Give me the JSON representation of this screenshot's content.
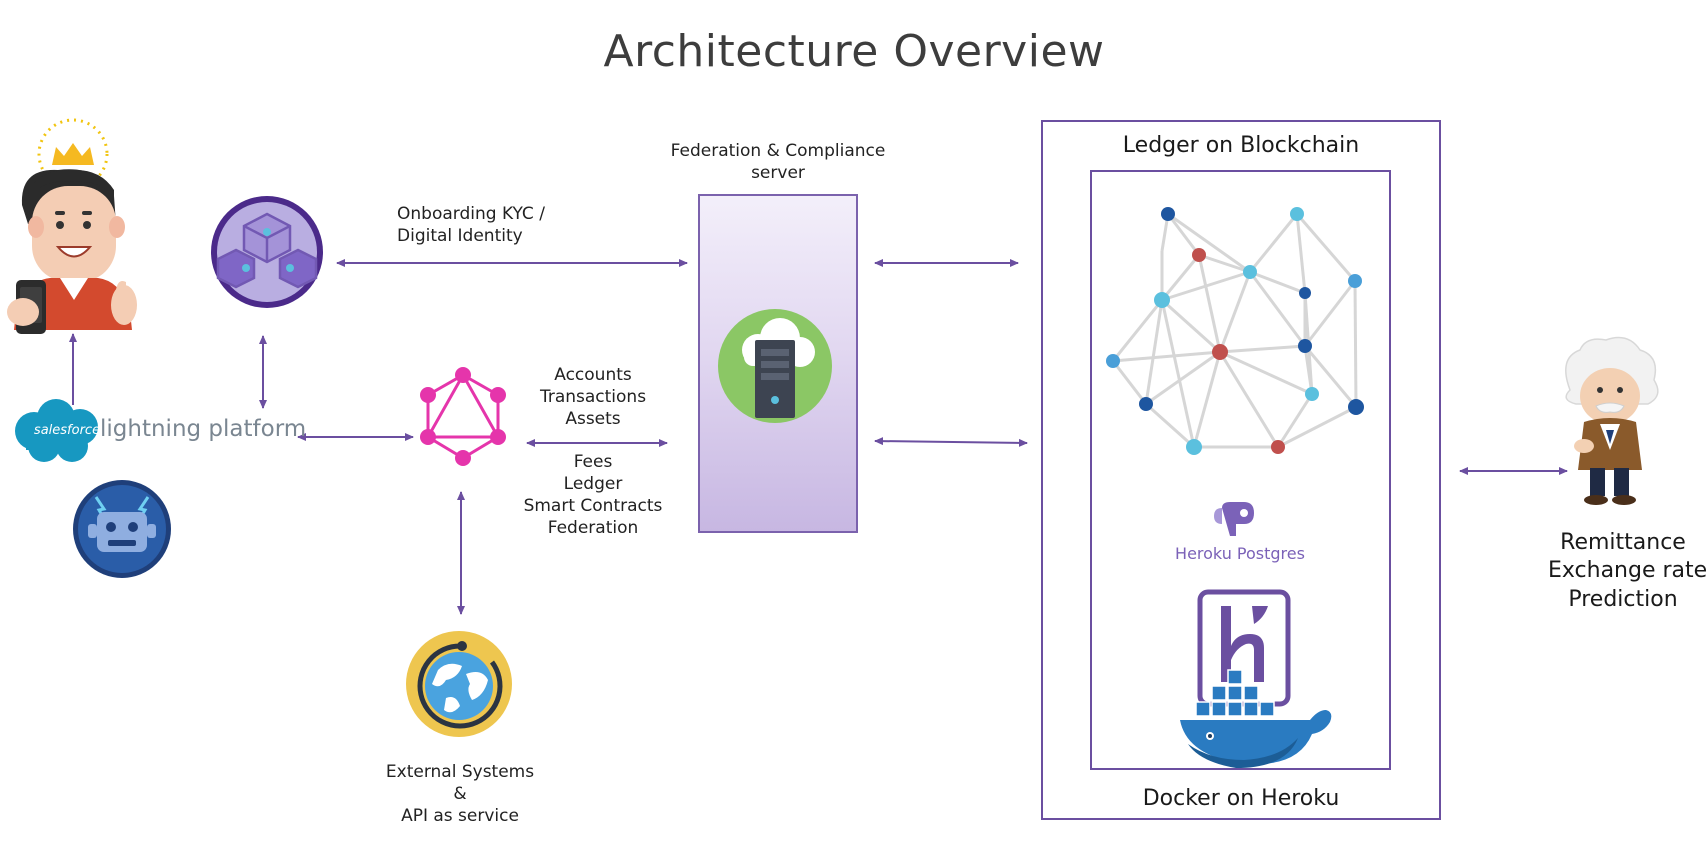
{
  "title": "Architecture Overview",
  "labels": {
    "federation_line1": "Federation & Compliance",
    "federation_line2": "server",
    "onboarding_line1": "Onboarding KYC /",
    "onboarding_line2": "Digital Identity",
    "accounts": "Accounts",
    "transactions": "Transactions",
    "assets": "Assets",
    "fees": "Fees",
    "ledger": "Ledger",
    "smart_contracts": "Smart Contracts",
    "federation": "Federation",
    "ledger_on_blockchain": "Ledger on Blockchain",
    "docker_on_heroku": "Docker on Heroku",
    "external_line1": "External Systems",
    "external_line2": "&",
    "external_line3": "API as service",
    "remittance_line1": "Remittance",
    "remittance_line2": "Exchange rate",
    "remittance_line3": "Prediction",
    "heroku_postgres": "Heroku Postgres",
    "salesforce_badge": "salesforce",
    "lightning_platform": "lightning platform"
  },
  "icons": [
    "user-avatar-icon",
    "blockchain-identity-icon",
    "salesforce-cloud-icon",
    "einstein-bot-icon",
    "graphql-icon",
    "cloud-server-icon",
    "external-globe-icon",
    "blockchain-network-icon",
    "heroku-postgres-icon",
    "heroku-logo-icon",
    "docker-whale-icon",
    "einstein-character-icon"
  ],
  "colors": {
    "arrow": "#6b4fa0",
    "box_border": "#6b4fa0",
    "graphql": "#e535ab",
    "salesforce": "#1798c1",
    "cloud_server_bg": "#8bc765",
    "node_dark": "#1e56a0",
    "node_light": "#5bc0de",
    "node_red": "#c0504d"
  }
}
